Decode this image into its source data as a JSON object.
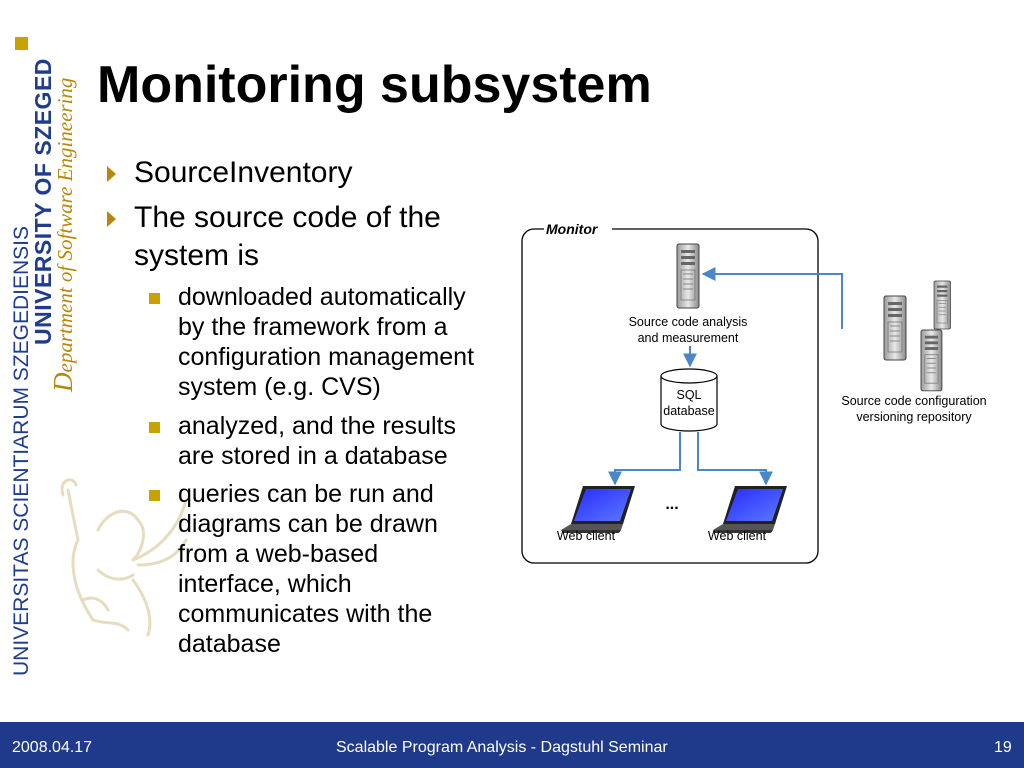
{
  "branding": {
    "latin_name": "UNIVERSITAS SCIENTIARUM SZEGEDIENSIS",
    "english_name": "UNIVERSITY OF SZEGED",
    "department_initial": "D",
    "department_rest": "epartment of Software Engineering"
  },
  "slide": {
    "title": "Monitoring subsystem"
  },
  "bullets": [
    {
      "text": "SourceInventory"
    },
    {
      "line1": "The source code of the",
      "line2": "system is"
    }
  ],
  "sub_bullets": [
    {
      "lines": [
        "downloaded automatically",
        "by the framework from a",
        "configuration management",
        "system (e.g. CVS)"
      ]
    },
    {
      "lines": [
        "analyzed, and the results",
        "are stored in a database"
      ]
    },
    {
      "lines": [
        "queries can be run and",
        "diagrams can be drawn",
        "from a web-based",
        "interface, which",
        "communicates with the",
        "database"
      ]
    }
  ],
  "diagram": {
    "monitor_label": "Monitor",
    "analysis_label_1": "Source code analysis",
    "analysis_label_2": "and measurement",
    "db_label_1": "SQL",
    "db_label_2": "database",
    "repo_label_1": "Source code configuration",
    "repo_label_2": "versioning repository",
    "client_left": "Web client",
    "client_right": "Web client",
    "ellipsis": "..."
  },
  "footer": {
    "date": "2008.04.17",
    "center": "Scalable Program Analysis - Dagstuhl Seminar",
    "page": "19"
  },
  "colors": {
    "brand_blue": "#1f3d8c",
    "gold": "#b8860b",
    "arrow_blue": "#4a86c8",
    "footer_bg": "#1f3a8a"
  }
}
